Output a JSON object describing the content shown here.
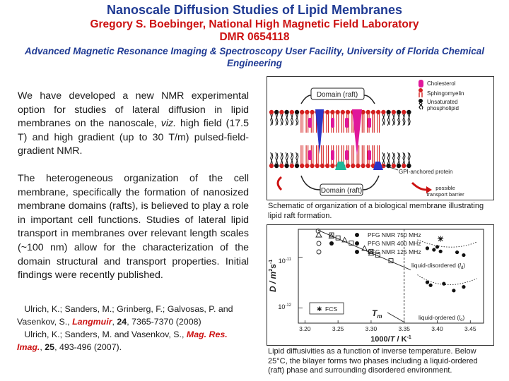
{
  "header": {
    "title": "Nanoscale Diffusion Studies of Lipid Membranes",
    "author": "Gregory S. Boebinger, National High Magnetic Field Laboratory",
    "dmr": "DMR 0654118",
    "facility": "Advanced Magnetic Resonance Imaging & Spectroscopy User Facility, University of Florida Chemical Engineering"
  },
  "body": {
    "p1_a": "We have developed a new NMR experimental option for studies of  lateral diffusion in lipid membranes on the nanoscale, ",
    "p1_viz": "viz.",
    "p1_b": " high field (17.5 T) and high gradient (up to 30 T/m) pulsed-field-gradient NMR.",
    "p2": "The heterogeneous organization of the cell membrane, specifically the formation of nanosized membrane domains (rafts), is believed to play a role in important cell functions. Studies of lateral lipid transport in membranes over relevant length scales (~100 nm) allow for the characterization of the domain structural and transport properties. Initial findings were recently published."
  },
  "refs": [
    {
      "authors": "Ulrich, K.; Sanders, M.; Grinberg, F.; Galvosas, P. and Vasenkov, S., ",
      "journal": "Langmuir",
      "sep": ", ",
      "volume": "24",
      "rest": ", 7365-7370 (2008)"
    },
    {
      "authors": "Ulrich, K.; Sanders, M. and Vasenkov, S., ",
      "journal": "Mag. Res. Imag.",
      "sep": ", ",
      "volume": "25",
      "rest": ", 493-496 (2007)."
    }
  ],
  "figure1": {
    "domain_top": "Domain (raft)",
    "domain_bottom": "Domain (raft)",
    "legend": [
      "Cholesterol",
      "Sphingomyelin",
      "Unsaturated",
      "phospholipid"
    ],
    "gpi": "GPI-anchored protein",
    "barrier": [
      "possible",
      "transport barrier"
    ],
    "caption": "Schematic of organization of a biological membrane illustrating lipid raft formation.",
    "colors": {
      "cholesterol": "#e0179b",
      "gpi": "#1fb89a",
      "protein": "#2b35c8",
      "head": "#d42020"
    }
  },
  "figure2": {
    "legend": [
      "PFG NMR 750 MHz",
      "PFG NMR 400 MHz",
      "PFG NMR 125 MHz"
    ],
    "fcs": "FCS",
    "tm": "T",
    "tm_sub": "m",
    "liquid_disordered": "liquid-disordered (",
    "ld_sym": "l",
    "ld_sub": "d",
    "liquid_ordered": "liquid-ordered (",
    "lo_sym": "l",
    "lo_sub": "o",
    "close": ")",
    "ylabel": "D / m",
    "ylabel_exp": "2",
    "ylabel_unit": "s",
    "ylabel_unit_exp": "-1",
    "ytick_top": "10",
    "ytick_top_exp": "-11",
    "ytick_bot": "10",
    "ytick_bot_exp": "-12",
    "xlabel": "1000/",
    "xlabel_T": "T",
    "xlabel_unit": " / K",
    "xlabel_unit_exp": "-1",
    "xticks": [
      "3.20",
      "3.25",
      "3.30",
      "3.35",
      "3.40",
      "3.45"
    ],
    "caption": "Lipid diffusivities as a function of inverse temperature.  Below 25°C, the bilayer forms two phases including a liquid-ordered (raft) phase and surrounding disordered environment."
  },
  "chart_data": {
    "type": "scatter",
    "xlabel": "1000/T / K-1",
    "ylabel": "D / m2 s-1",
    "xlim": [
      3.19,
      3.47
    ],
    "ylim_log10": [
      -12.3,
      -10.45
    ],
    "series": [
      {
        "name": "PFG NMR 750 MHz",
        "marker": "open-triangle",
        "x": [
          3.24,
          3.26,
          3.29,
          3.3
        ],
        "y": [
          2.6e-11,
          2.2e-11,
          1.5e-11,
          1.2e-11
        ]
      },
      {
        "name": "PFG NMR 400 MHz",
        "marker": "open-square",
        "x": [
          3.25,
          3.27,
          3.3,
          3.31,
          3.33
        ],
        "y": [
          2.4e-11,
          1.9e-11,
          1.3e-11,
          1.1e-11,
          8.5e-12
        ]
      },
      {
        "name": "PFG NMR 125 MHz",
        "marker": "open-circle",
        "x": [
          3.22
        ],
        "y": [
          3.3e-11
        ]
      },
      {
        "name": "liquid-disordered",
        "marker": "filled-circle",
        "x": [
          3.385,
          3.395,
          3.405,
          3.4,
          3.43,
          3.44
        ],
        "y": [
          1.5e-11,
          1.4e-11,
          1.3e-11,
          1.6e-11,
          1.25e-11,
          1.1e-11
        ]
      },
      {
        "name": "liquid-ordered",
        "marker": "filled-circle",
        "x": [
          3.385,
          3.39,
          3.41,
          3.425,
          3.44
        ],
        "y": [
          3.2e-12,
          2.8e-12,
          3e-12,
          2.2e-12,
          2.6e-12
        ]
      },
      {
        "name": "asterisk",
        "marker": "asterisk",
        "x": [
          3.405
        ],
        "y": [
          2.3e-11
        ]
      }
    ],
    "fit_line": {
      "x": [
        3.22,
        3.36
      ],
      "y": [
        3.4e-11,
        5.6e-12
      ]
    },
    "tm_x": 3.35
  }
}
